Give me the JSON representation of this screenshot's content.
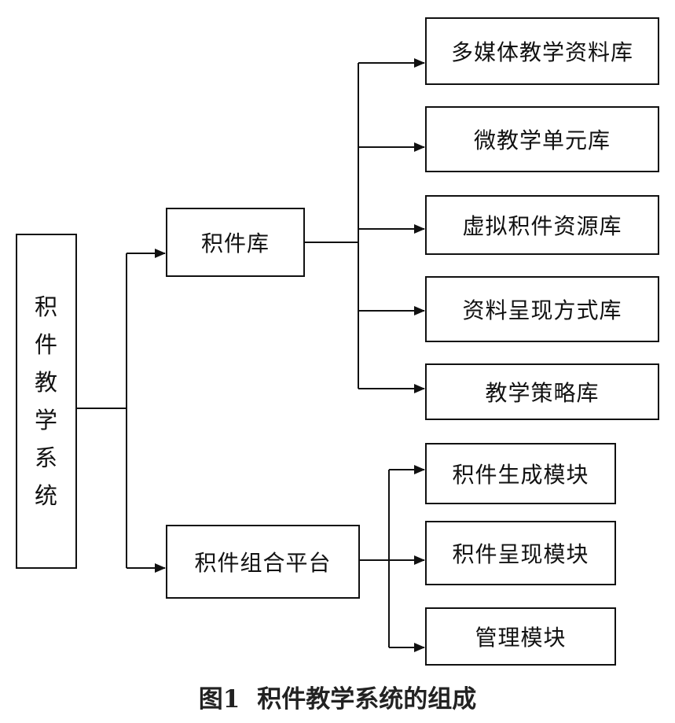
{
  "root": {
    "chars": [
      "积",
      "件",
      "教",
      "学",
      "系",
      "统"
    ]
  },
  "mid": {
    "library": "积件库",
    "platform": "积件组合平台"
  },
  "library_children": [
    "多媒体教学资料库",
    "微教学单元库",
    "虚拟积件资源库",
    "资料呈现方式库",
    "教学策略库"
  ],
  "platform_children": [
    "积件生成模块",
    "积件呈现模块",
    "管理模块"
  ],
  "caption": {
    "number": "图1",
    "text": "积件教学系统的组成"
  }
}
